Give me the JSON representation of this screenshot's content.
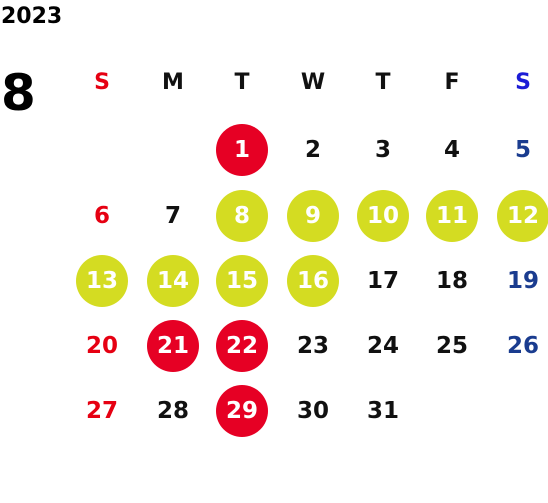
{
  "year": "2023",
  "month": "8",
  "weekdays": [
    "S",
    "M",
    "T",
    "W",
    "T",
    "F",
    "S"
  ],
  "colors": {
    "sunday": "#e60012",
    "saturday": "#1a3c8f",
    "holiday_circle": "#e60024",
    "highlight_circle": "#d4dc22"
  },
  "weeks": [
    [
      null,
      null,
      {
        "day": "1",
        "mark": "red"
      },
      {
        "day": "2"
      },
      {
        "day": "3"
      },
      {
        "day": "4"
      },
      {
        "day": "5"
      }
    ],
    [
      {
        "day": "6"
      },
      {
        "day": "7"
      },
      {
        "day": "8",
        "mark": "yellow"
      },
      {
        "day": "9",
        "mark": "yellow"
      },
      {
        "day": "10",
        "mark": "yellow"
      },
      {
        "day": "11",
        "mark": "yellow"
      },
      {
        "day": "12",
        "mark": "yellow"
      }
    ],
    [
      {
        "day": "13",
        "mark": "yellow"
      },
      {
        "day": "14",
        "mark": "yellow"
      },
      {
        "day": "15",
        "mark": "yellow"
      },
      {
        "day": "16",
        "mark": "yellow"
      },
      {
        "day": "17"
      },
      {
        "day": "18"
      },
      {
        "day": "19"
      }
    ],
    [
      {
        "day": "20"
      },
      {
        "day": "21",
        "mark": "red"
      },
      {
        "day": "22",
        "mark": "red"
      },
      {
        "day": "23"
      },
      {
        "day": "24"
      },
      {
        "day": "25"
      },
      {
        "day": "26"
      }
    ],
    [
      {
        "day": "27"
      },
      {
        "day": "28"
      },
      {
        "day": "29",
        "mark": "red"
      },
      {
        "day": "30"
      },
      {
        "day": "31"
      },
      null,
      null
    ]
  ]
}
